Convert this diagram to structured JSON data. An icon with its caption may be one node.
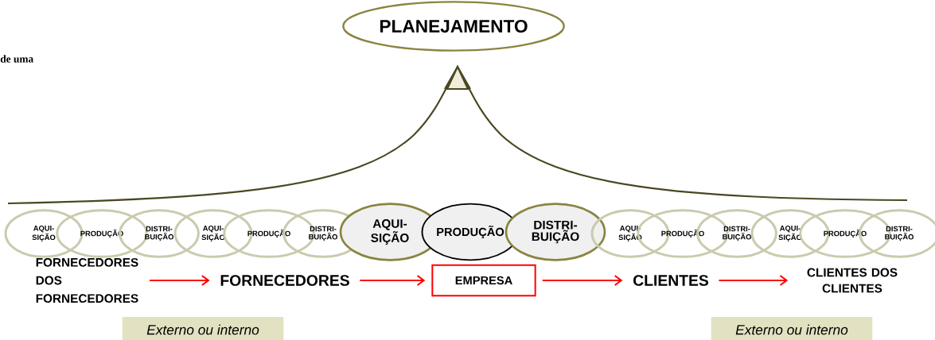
{
  "diagram": {
    "nodes": [
      {
        "text": [
          "PLANEJAMENTO"
        ]
      },
      {
        "text": [
          "AQUI- SIÇÃO"
        ]
      },
      {
        "text": [
          "PRODUÇÃO"
        ]
      },
      {
        "text": [
          "DISTRI- BUIÇÃO"
        ]
      },
      {
        "text": [
          "AQUI- SIÇÃO"
        ]
      },
      {
        "text": [
          "PRODUÇÃO"
        ]
      },
      {
        "text": [
          "DISTRI- BUIÇÃO"
        ]
      },
      {
        "text": [
          "AQUI- SIÇÃO"
        ]
      },
      {
        "text": [
          "PRODUÇÃO"
        ]
      },
      {
        "text": [
          "DISTRI- BUIÇÃO"
        ]
      },
      {
        "text": [
          "AQUI- SIÇÃO"
        ]
      },
      {
        "text": [
          "PRODUÇÃO"
        ]
      },
      {
        "text": [
          "DISTRI- BUIÇÃO"
        ]
      },
      {
        "text": [
          "AQUI- SIÇÃO"
        ]
      },
      {
        "text": [
          "PRODUÇÃO"
        ]
      },
      {
        "text": [
          "DISTRI- BUIÇÃO"
        ]
      },
      {
        "text": [
          "FORNECEDORES DOS FORNECEDORES"
        ]
      },
      {
        "text": [
          "FORNECEDORES"
        ]
      },
      {
        "text": [
          "EMPRESA"
        ]
      },
      {
        "text": [
          "CLIENTES"
        ]
      },
      {
        "text": [
          "CLIENTES DOS CLIENTES"
        ]
      },
      {
        "text": [
          "Externo ou interno"
        ]
      },
      {
        "text": [
          "Externo ou interno"
        ]
      }
    ],
    "edges": [
      {
        "from": 16,
        "to": 17,
        "arrow": "to"
      },
      {
        "from": 17,
        "to": 18,
        "arrow": "to"
      },
      {
        "from": 18,
        "to": 19,
        "arrow": "to"
      },
      {
        "from": 19,
        "to": 20,
        "arrow": "to"
      }
    ],
    "labels": [
      "de uma"
    ]
  }
}
